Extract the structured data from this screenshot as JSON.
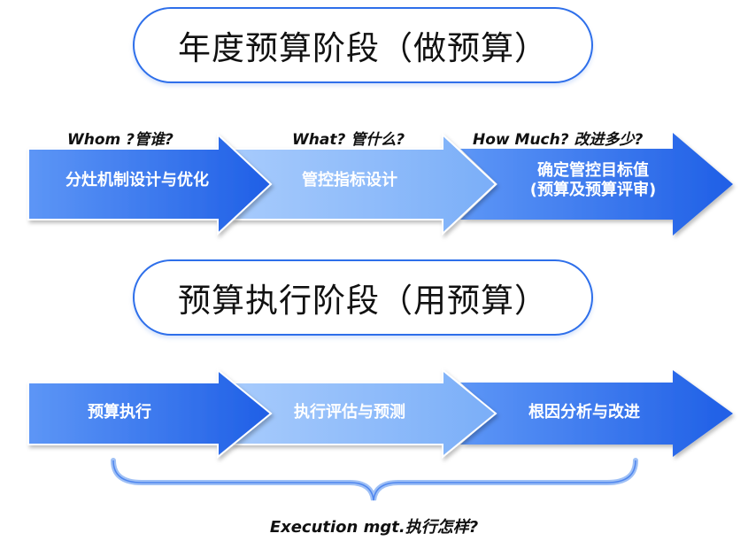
{
  "stages": {
    "planning": {
      "title": "年度预算阶段（做预算）",
      "questions": [
        "Whom ?管谁?",
        "What? 管什么?",
        "How Much?  改进多少?"
      ],
      "steps": [
        {
          "line1": "分灶机制设计与优化",
          "line2": ""
        },
        {
          "line1": "管控指标设计",
          "line2": ""
        },
        {
          "line1": "确定管控目标值",
          "line2": "(预算及预算评审)"
        }
      ]
    },
    "execution": {
      "title": "预算执行阶段（用预算）",
      "steps": [
        {
          "line1": "预算执行"
        },
        {
          "line1": "执行评估与预测"
        },
        {
          "line1": "根因分析与改进"
        }
      ],
      "footer": "Execution mgt.执行怎样?"
    }
  },
  "colors": {
    "dark_blue": "#2f74ee",
    "light_blue": "#86b7fa",
    "border_blue": "#2e6fea",
    "brace_blue": "#9fc0f5"
  },
  "icons": [
    "right-arrow-shape",
    "curly-brace"
  ]
}
